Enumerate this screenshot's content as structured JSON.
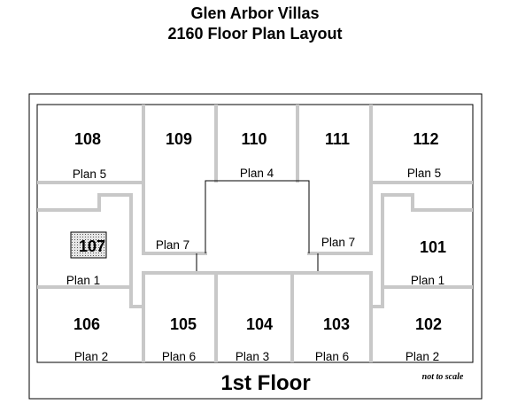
{
  "title": "Glen Arbor Villas",
  "subtitle": "2160 Floor Plan Layout",
  "floor_label": "1st Floor",
  "scale_note": "not to scale",
  "highlighted_unit": "107",
  "colors": {
    "wall": "#c8c8c8",
    "outline": "#000000",
    "highlight_fill": "#d9d9d9"
  },
  "units": [
    {
      "number": "108",
      "plan": "Plan 5"
    },
    {
      "number": "109",
      "plan": "Plan 7"
    },
    {
      "number": "110",
      "plan": "Plan 4"
    },
    {
      "number": "111",
      "plan": "Plan 7"
    },
    {
      "number": "112",
      "plan": "Plan 5"
    },
    {
      "number": "107",
      "plan": "Plan 1"
    },
    {
      "number": "101",
      "plan": "Plan 1"
    },
    {
      "number": "106",
      "plan": "Plan 2"
    },
    {
      "number": "105",
      "plan": "Plan 6"
    },
    {
      "number": "104",
      "plan": "Plan 3"
    },
    {
      "number": "103",
      "plan": "Plan 6"
    },
    {
      "number": "102",
      "plan": "Plan 2"
    }
  ]
}
